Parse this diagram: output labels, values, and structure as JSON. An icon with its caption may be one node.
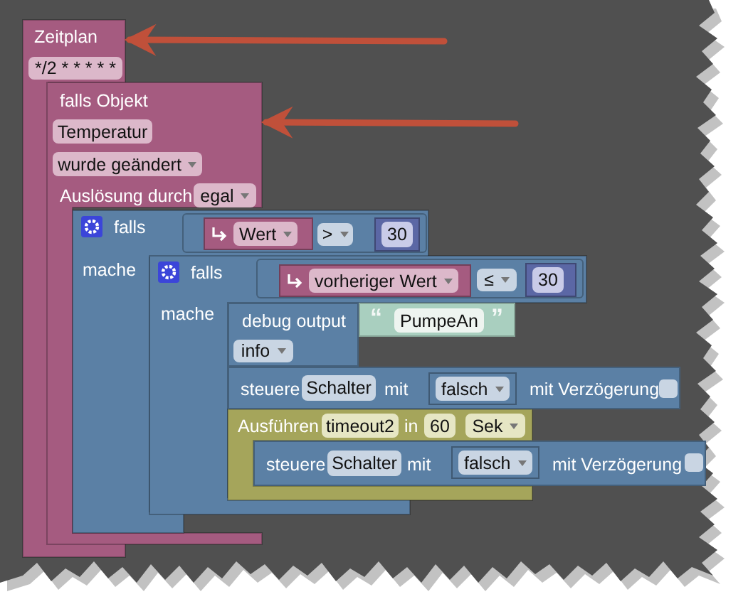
{
  "diagram": {
    "nodes": [
      {
        "text": [
          "Zeitplan"
        ]
      },
      {
        "text": [
          "*/2 * * * * *"
        ],
        "in": 0
      },
      {
        "text": [
          "falls Objekt",
          "Auslösung durch"
        ]
      },
      {
        "text": [
          "Temperatur"
        ],
        "in": 2
      },
      {
        "text": [
          "wurde geändert"
        ],
        "in": 2
      },
      {
        "text": [
          "egal"
        ],
        "in": 2
      },
      {
        "text": [
          "falls",
          "mache"
        ]
      },
      {
        "text": [],
        "shape": "box",
        "in": 6
      },
      {
        "text": [
          "Wert"
        ],
        "in": 7
      },
      {
        "text": [
          ">"
        ],
        "in": 7
      },
      {
        "text": [
          "30"
        ],
        "in": 7
      },
      {
        "text": [
          "falls",
          "mache"
        ]
      },
      {
        "text": [],
        "shape": "box",
        "in": 11
      },
      {
        "text": [
          "vorheriger Wert"
        ],
        "in": 12
      },
      {
        "text": [
          "≤"
        ],
        "in": 12
      },
      {
        "text": [
          "30"
        ],
        "in": 12
      },
      {
        "text": [
          "debug output"
        ],
        "in": 11
      },
      {
        "text": [
          "“",
          "PumpeAn",
          "”"
        ]
      },
      {
        "text": [
          "info"
        ],
        "in": 16
      },
      {
        "text": [
          "steuere",
          "mit",
          "mit Verzögerung"
        ]
      },
      {
        "text": [
          "Schalter"
        ],
        "in": 19
      },
      {
        "text": [
          "falsch"
        ],
        "in": 19
      },
      {
        "text": [],
        "shape": "box",
        "in": 19
      },
      {
        "text": [
          "Ausführen",
          "in"
        ],
        "in": 11
      },
      {
        "text": [
          "timeout2"
        ],
        "in": 23
      },
      {
        "text": [
          "60"
        ],
        "in": 23
      },
      {
        "text": [
          "Sek"
        ],
        "in": 23
      },
      {
        "text": [
          "steuere",
          "mit",
          "mit Verzögerung"
        ]
      },
      {
        "text": [
          "Schalter"
        ],
        "in": 27
      },
      {
        "text": [
          "falsch"
        ],
        "in": 27
      },
      {
        "text": [],
        "shape": "box",
        "in": 27
      }
    ],
    "edges": [
      {
        "from": null,
        "to": 0,
        "arrow": "to"
      },
      {
        "from": null,
        "to": 2,
        "arrow": "to"
      }
    ]
  }
}
